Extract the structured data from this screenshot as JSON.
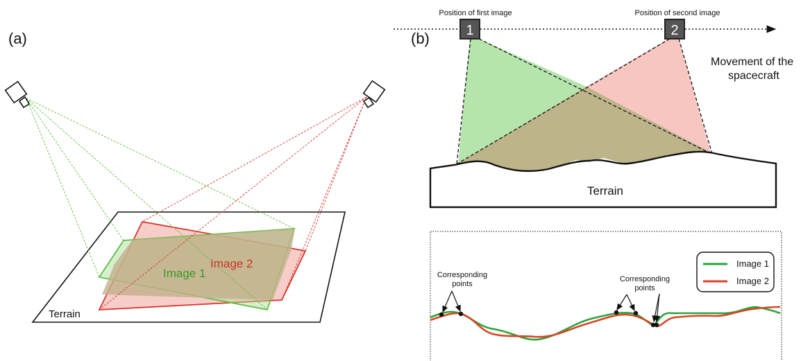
{
  "panel_a": {
    "label": "(a)",
    "image1_label": "Image 1",
    "image2_label": "Image 2",
    "terrain_label": "Terrain",
    "colors": {
      "image1": "#5cbf3c",
      "image2": "#d9352b",
      "overlap": "#c2b08c"
    }
  },
  "panel_b": {
    "label": "(b)",
    "pos1_caption": "Position of first image",
    "pos2_caption": "Position of second image",
    "cam1_number": "1",
    "cam2_number": "2",
    "movement_line1": "Movement of the",
    "movement_line2": "spacecraft",
    "terrain_label": "Terrain"
  },
  "profile": {
    "legend": [
      {
        "name": "Image 1",
        "color": "#2aa33a"
      },
      {
        "name": "Image 2",
        "color": "#d64525"
      }
    ],
    "annotation_left_line1": "Corresponding",
    "annotation_left_line2": "points",
    "annotation_right_line1": "Corresponding",
    "annotation_right_line2": "points"
  }
}
